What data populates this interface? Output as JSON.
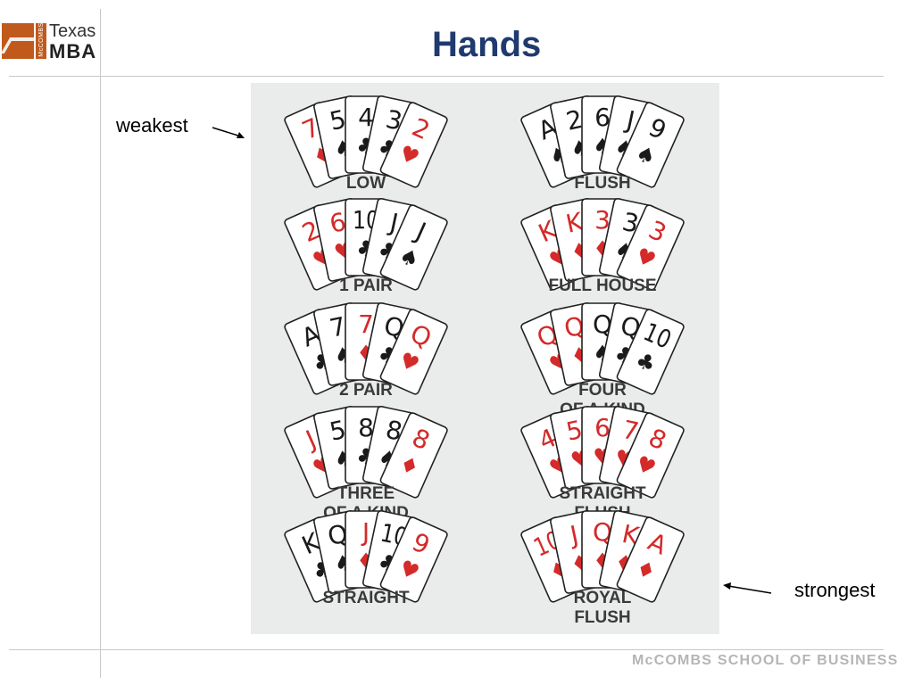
{
  "title": "Hands",
  "logo": {
    "small": "McCOMBS",
    "line1": "Texas",
    "line2": "MBA"
  },
  "labels": {
    "weakest": "weakest",
    "strongest": "strongest"
  },
  "footer": "McCOMBS SCHOOL OF BUSINESS",
  "colors": {
    "title": "#1f3a6e",
    "red": "#d42a2a",
    "black": "#1a1a1a",
    "logo": "#c05a1c"
  },
  "hands": [
    {
      "name": "LOW",
      "lines": [
        "LOW"
      ],
      "cards": [
        [
          "7",
          "diamond"
        ],
        [
          "5",
          "spade"
        ],
        [
          "4",
          "club"
        ],
        [
          "3",
          "club"
        ],
        [
          "2",
          "heart"
        ]
      ]
    },
    {
      "name": "FLUSH",
      "lines": [
        "FLUSH"
      ],
      "cards": [
        [
          "A",
          "spade"
        ],
        [
          "2",
          "spade"
        ],
        [
          "6",
          "spade"
        ],
        [
          "J",
          "spade"
        ],
        [
          "9",
          "spade"
        ]
      ]
    },
    {
      "name": "1 PAIR",
      "lines": [
        "1 PAIR"
      ],
      "cards": [
        [
          "2",
          "heart"
        ],
        [
          "6",
          "heart"
        ],
        [
          "10",
          "club"
        ],
        [
          "J",
          "club"
        ],
        [
          "J",
          "spade"
        ]
      ]
    },
    {
      "name": "FULL HOUSE",
      "lines": [
        "FULL HOUSE"
      ],
      "cards": [
        [
          "K",
          "heart"
        ],
        [
          "K",
          "diamond"
        ],
        [
          "3",
          "diamond"
        ],
        [
          "3",
          "spade"
        ],
        [
          "3",
          "heart"
        ]
      ]
    },
    {
      "name": "2 PAIR",
      "lines": [
        "2 PAIR"
      ],
      "cards": [
        [
          "A",
          "club"
        ],
        [
          "7",
          "spade"
        ],
        [
          "7",
          "diamond"
        ],
        [
          "Q",
          "club"
        ],
        [
          "Q",
          "heart"
        ]
      ]
    },
    {
      "name": "FOUR OF A KIND",
      "lines": [
        "FOUR",
        "OF A KIND"
      ],
      "cards": [
        [
          "Q",
          "heart"
        ],
        [
          "Q",
          "diamond"
        ],
        [
          "Q",
          "spade"
        ],
        [
          "Q",
          "club"
        ],
        [
          "10",
          "club"
        ]
      ]
    },
    {
      "name": "THREE OF A KIND",
      "lines": [
        "THREE",
        "OF A KIND"
      ],
      "cards": [
        [
          "J",
          "heart"
        ],
        [
          "5",
          "spade"
        ],
        [
          "8",
          "club"
        ],
        [
          "8",
          "spade"
        ],
        [
          "8",
          "diamond"
        ]
      ]
    },
    {
      "name": "STRAIGHT FLUSH",
      "lines": [
        "STRAIGHT",
        "FLUSH"
      ],
      "cards": [
        [
          "4",
          "heart"
        ],
        [
          "5",
          "heart"
        ],
        [
          "6",
          "heart"
        ],
        [
          "7",
          "heart"
        ],
        [
          "8",
          "heart"
        ]
      ]
    },
    {
      "name": "STRAIGHT",
      "lines": [
        "STRAIGHT"
      ],
      "cards": [
        [
          "K",
          "club"
        ],
        [
          "Q",
          "spade"
        ],
        [
          "J",
          "diamond"
        ],
        [
          "10",
          "club"
        ],
        [
          "9",
          "heart"
        ]
      ]
    },
    {
      "name": "ROYAL FLUSH",
      "lines": [
        "ROYAL",
        "FLUSH"
      ],
      "cards": [
        [
          "10",
          "diamond"
        ],
        [
          "J",
          "diamond"
        ],
        [
          "Q",
          "diamond"
        ],
        [
          "K",
          "diamond"
        ],
        [
          "A",
          "diamond"
        ]
      ]
    }
  ]
}
